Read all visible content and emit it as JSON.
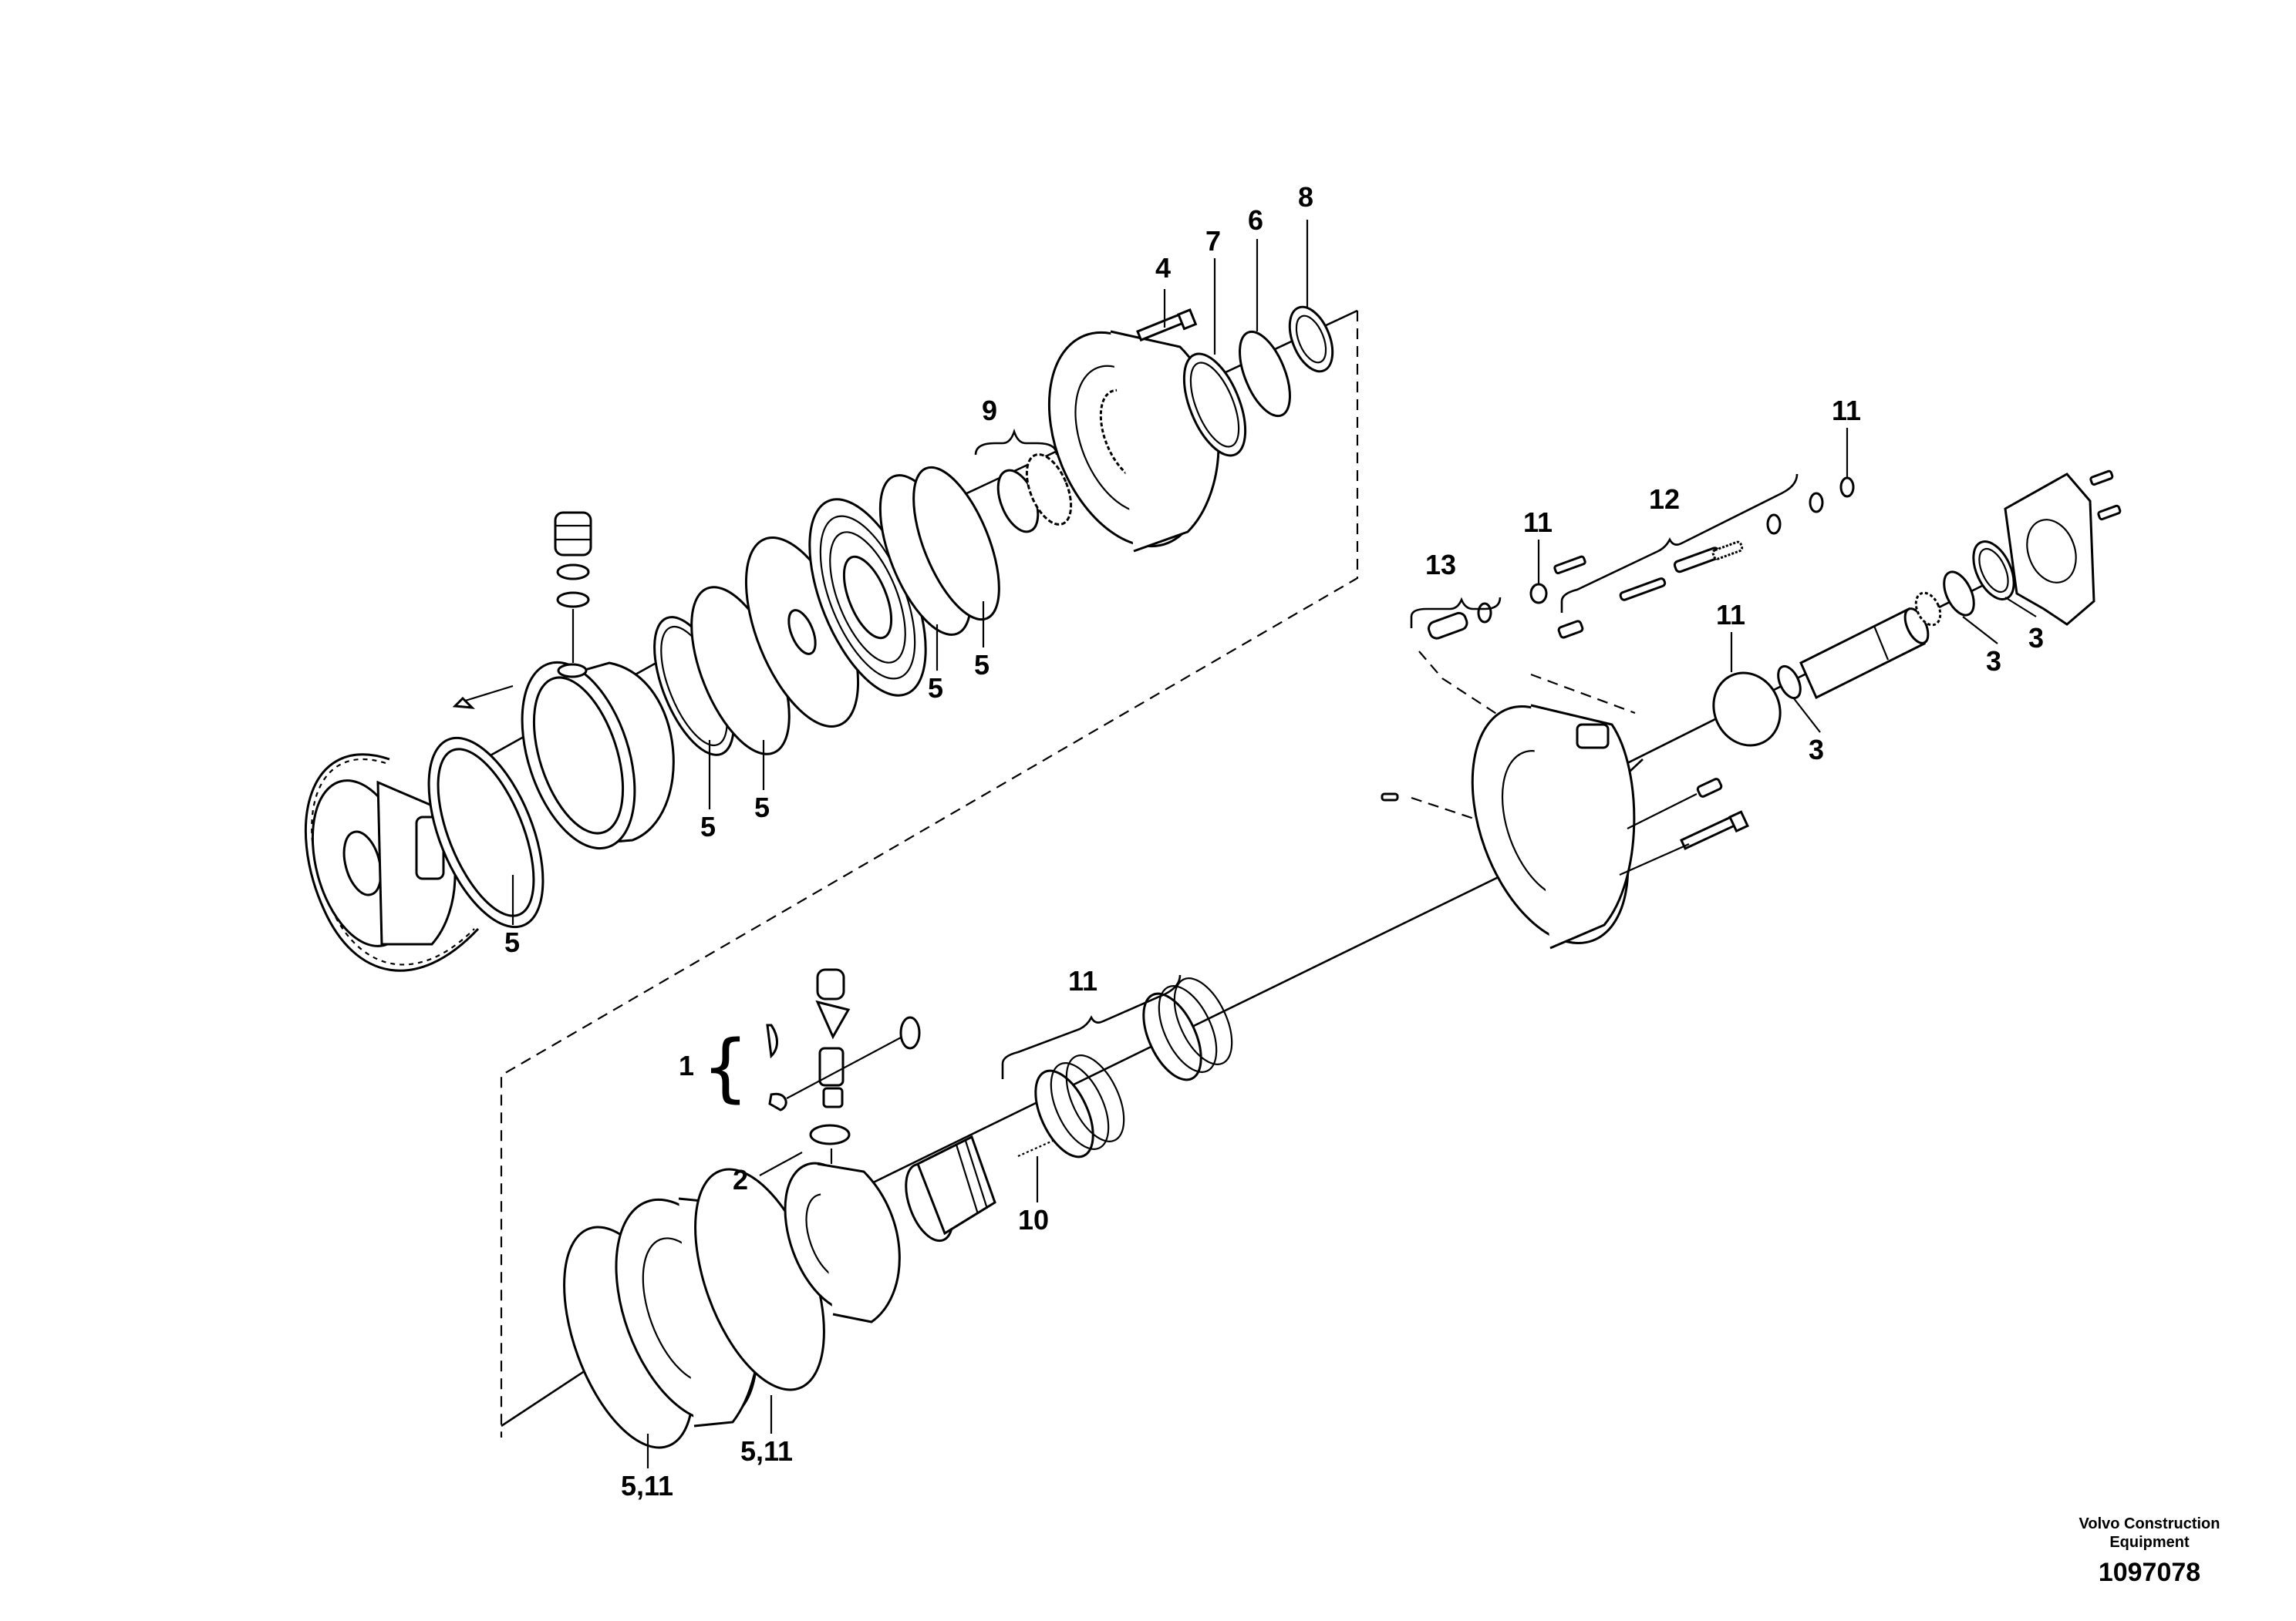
{
  "callouts": [
    "1",
    "2",
    "3",
    "3",
    "3",
    "4",
    "5",
    "5",
    "5",
    "5",
    "5",
    "5",
    "5,11",
    "5,11",
    "6",
    "7",
    "8",
    "9",
    "10",
    "11",
    "11",
    "11",
    "11",
    "12",
    "13"
  ],
  "publisher": {
    "name": "Volvo Construction Equipment",
    "drawing_number": "1097078"
  },
  "colors": {
    "ink": "#000000",
    "paper": "#ffffff"
  }
}
